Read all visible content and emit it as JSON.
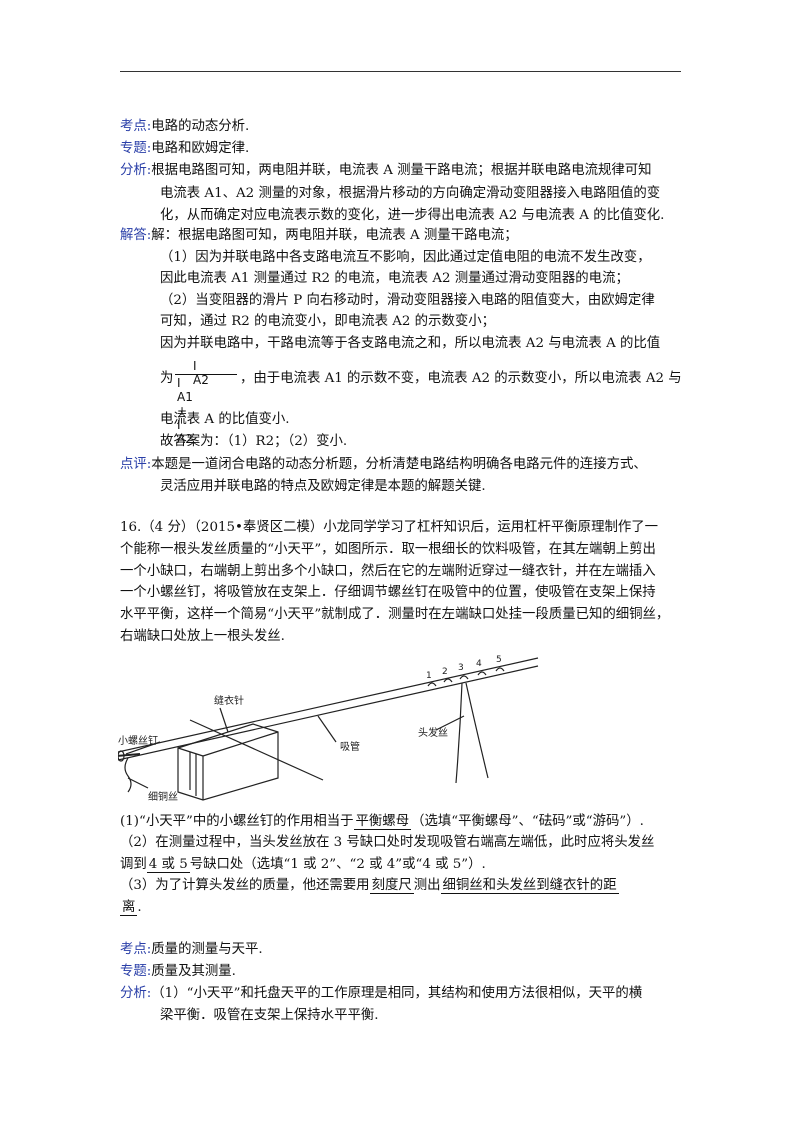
{
  "labels": {
    "kaodian": "考点:",
    "zhuanti": "专题:",
    "fenxi": "分析:",
    "jieda": "解答:",
    "dianping": "点评:"
  },
  "q15": {
    "kaodian": "电路的动态分析.",
    "zhuanti": "电路和欧姆定律.",
    "fenxi": [
      "根据电路图可知，两电阻并联，电流表 A 测量干路电流；根据并联电路电流规律可知",
      "电流表 A1、A2 测量的对象，根据滑片移动的方向确定滑动变阻器接入电路阻值的变",
      "化，从而确定对应电流表示数的变化，进一步得出电流表 A2 与电流表 A 的比值变化."
    ],
    "jieda": [
      "解：根据电路图可知，两电阻并联，电流表 A 测量干路电流；",
      "（1）因为并联电路中各支路电流互不影响，因此通过定值电阻的电流不发生改变，",
      "因此电流表 A1 测量通过 R2 的电流，电流表 A2 测量通过滑动变阻器的电流；",
      "（2）当变阻器的滑片 P 向右移动时，滑动变阻器接入电路的阻值变大，由欧姆定律",
      "可知，通过 R2 的电流变小，即电流表 A2 的示数变小；",
      "因为并联电路中，干路电流等于各支路电流之和，所以电流表 A2 与电流表 A 的比值",
      "为",
      "，由于电流表 A1 的示数不变，电流表 A2 的示数变小，所以电流表 A2 与",
      "电流表 A 的比值变小.",
      "故答案为：（1）R2；（2）变小."
    ],
    "fraction": {
      "numerator": "I A2",
      "denominator": "I A1 + I A2"
    },
    "dianping": [
      "本题是一道闭合电路的动态分析题，分析清楚电路结构明确各电路元件的连接方式、",
      "灵活应用并联电路的特点及欧姆定律是本题的解题关键."
    ]
  },
  "q16": {
    "stem": [
      "16.（4 分）（2015•奉贤区二模）小龙同学学习了杠杆知识后，运用杠杆平衡原理制作了一",
      "个能称一根头发丝质量的“小天平”，如图所示．取一根细长的饮料吸管，在其左端朝上剪出",
      "一个小缺口，右端朝上剪出多个小缺口，然后在它的左端附近穿过一缝衣针，并在左端插入",
      "一个小螺丝钉，将吸管放在支架上．仔细调节螺丝钉在吸管中的位置，使吸管在支架上保持",
      "水平平衡，这样一个简易“小天平”就制成了．测量时在左端缺口处挂一段质量已知的细铜丝，",
      "右端缺口处放上一根头发丝."
    ],
    "figure": {
      "feng_yi_zhen": "缝衣针",
      "xiao_luo_si_ding": "小螺丝钉",
      "xi_tong_si": "细铜丝",
      "xi_guan": "吸管",
      "tou_fa_si": "头发丝",
      "notches": [
        "1",
        "2",
        "3",
        "4",
        "5"
      ]
    },
    "sub1": {
      "pre": "(1)“小天平”中的小螺丝钉的作用相当于",
      "ans": "平衡螺母",
      "post": "（选填“平衡螺母”、“砝码”或“游码”）."
    },
    "sub2a": "（2）在测量过程中，当头发丝放在 3 号缺口处时发现吸管右端高左端低，此时应将头发丝",
    "sub2b": {
      "pre": "调到",
      "ans": "4 或 5",
      "post": "号缺口处（选填“1 或 2”、“2 或 4”或“4 或 5”）."
    },
    "sub3": {
      "pre": "（3）为了计算头发丝的质量，他还需要用",
      "ans1": "刻度尺",
      "mid": "测出",
      "ans2a": "细铜丝和头发丝到缝衣针的距",
      "ans2b": "离",
      "end": "."
    },
    "kaodian": "质量的测量与天平.",
    "zhuanti": "质量及其测量.",
    "fenxi": [
      "（1）“小天平”和托盘天平的工作原理是相同，其结构和使用方法很相似，天平的横",
      "梁平衡．吸管在支架上保持水平平衡."
    ]
  }
}
